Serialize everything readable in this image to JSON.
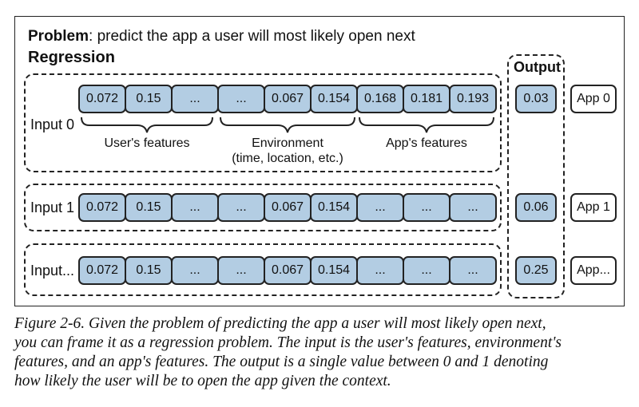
{
  "figure": {
    "problem_label": "Problem",
    "problem_text": ": predict the app a user will most likely open next",
    "subtitle": "Regression",
    "output_label": "Output",
    "rows": [
      {
        "label": "Input 0",
        "cells": [
          "0.072",
          "0.15",
          "...",
          "...",
          "0.067",
          "0.154",
          "0.168",
          "0.181",
          "0.193"
        ],
        "output": "0.03",
        "app": "App 0"
      },
      {
        "label": "Input 1",
        "cells": [
          "0.072",
          "0.15",
          "...",
          "...",
          "0.067",
          "0.154",
          "...",
          "...",
          "..."
        ],
        "output": "0.06",
        "app": "App 1"
      },
      {
        "label": "Input...",
        "cells": [
          "0.072",
          "0.15",
          "...",
          "...",
          "0.067",
          "0.154",
          "...",
          "...",
          "..."
        ],
        "output": "0.25",
        "app": "App..."
      }
    ],
    "groups": {
      "user": "User's features",
      "environment_line1": "Environment",
      "environment_line2": "(time, location, etc.)",
      "app": "App's features"
    }
  },
  "caption": {
    "lines": [
      "Figure 2-6. Given the problem of predicting the app a user will most likely open next,",
      "you can frame it as a regression problem. The input is the user's features, environment's",
      "features, and an app's features. The output is a single value between 0 and 1 denoting",
      "how likely the user will be to open the app given the context."
    ]
  }
}
